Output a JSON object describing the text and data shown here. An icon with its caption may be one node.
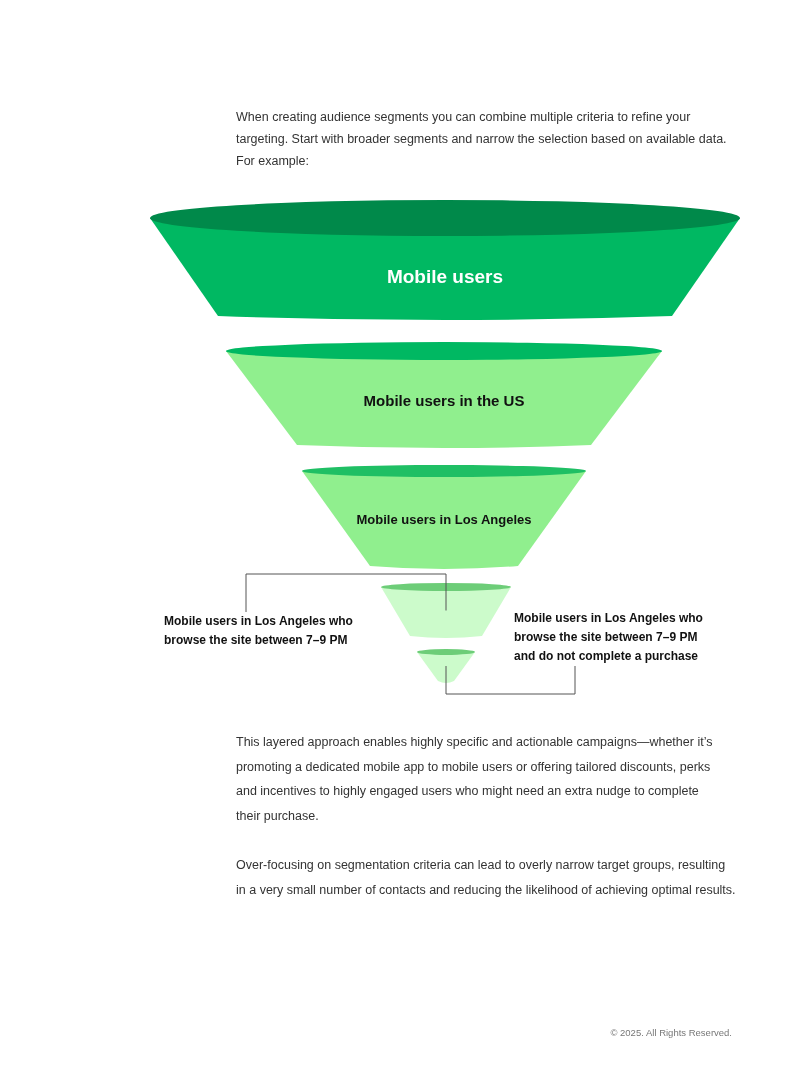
{
  "diagram": {
    "nodes": [
      {
        "text": [
          "Mobile users"
        ]
      },
      {
        "text": [
          "Mobile users in the US"
        ]
      },
      {
        "text": [
          "Mobile users in Los Angeles"
        ]
      },
      {
        "text": [
          "Mobile users in Los Angeles who browse the site between 7–9 PM"
        ]
      },
      {
        "text": [],
        "shape": "trapezoid"
      },
      {
        "text": [
          "Mobile users in Los Angeles who browse the site between 7–9 PM and do not complete a purchase"
        ]
      },
      {
        "text": [],
        "shape": "trapezoid"
      }
    ],
    "edges": [
      {
        "from": 3,
        "to": 4,
        "arrow": "none"
      },
      {
        "from": 5,
        "to": 6,
        "arrow": "none"
      }
    ],
    "labels": [
      "When creating audience segments you can combine multiple criteria to refine your targeting. Start with broader segments and narrow the selection based on available data. For example:",
      "This layered approach enables highly specific and actionable campaigns—whether it’s promoting a dedicated mobile app to mobile users or offering tailored discounts, perks and incentives to highly engaged users who might need an extra nudge to complete their purchase.",
      "Over-focusing on segmentation criteria can lead to overly narrow target groups, resulting in a very small number of contacts and reducing the likelihood of achieving optimal results.",
      "© 2025. All Rights Reserved."
    ]
  }
}
